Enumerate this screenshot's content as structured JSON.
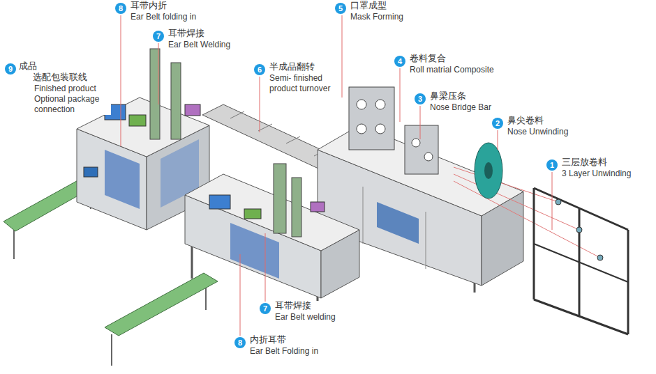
{
  "diagram": {
    "nodes": [
      {
        "text": [
          "8",
          "耳带内折",
          "Ear Belt folding in"
        ]
      },
      {
        "text": [
          "7",
          "耳带焊接",
          "Ear Belt Welding"
        ]
      },
      {
        "text": [
          "5",
          "口罩成型",
          "Mask Forming"
        ]
      },
      {
        "text": [
          "9",
          "成品 选配包装联线",
          "Finished product Optional package connection"
        ]
      },
      {
        "text": [
          "4",
          "卷料复合",
          "Roll matrial Composite"
        ]
      },
      {
        "text": [
          "6",
          "半成品翻转",
          "Semi- finished product turnover"
        ]
      },
      {
        "text": [
          "3",
          "鼻梁压条",
          "Nose Bridge Bar"
        ]
      },
      {
        "text": [
          "2",
          "鼻尖卷料",
          "Nose Unwinding"
        ]
      },
      {
        "text": [
          "1",
          "三层放卷料",
          "3 Layer Unwinding"
        ]
      },
      {
        "text": [
          "7",
          "耳带焊接",
          "Ear Belt welding"
        ]
      },
      {
        "text": [
          "8",
          "内折耳带",
          "Ear Belt Folding in"
        ]
      }
    ]
  }
}
